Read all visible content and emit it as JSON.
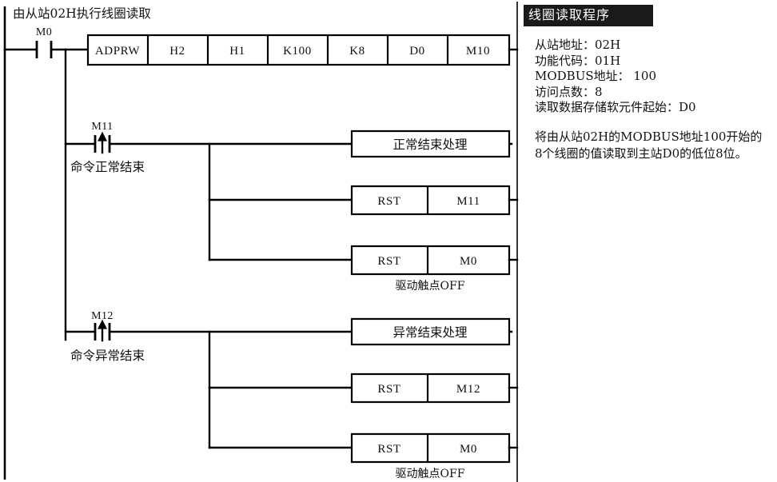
{
  "diagram": {
    "type": "plc-ladder-logic",
    "rung_comment": "由从站02H执行线圈读取",
    "rungs": [
      {
        "id": "rung-1",
        "contact": {
          "device": "M0",
          "kind": "normally-open"
        },
        "instruction": {
          "name": "ADPRW",
          "operands": [
            "H2",
            "H1",
            "K100",
            "K8",
            "D0",
            "M10"
          ]
        }
      },
      {
        "id": "rung-2",
        "contact": {
          "device": "M11",
          "kind": "rising-edge"
        },
        "contact_note": "命令正常结束",
        "outputs": [
          {
            "kind": "process-box",
            "text": "正常结束处理"
          },
          {
            "kind": "rst",
            "mnemonic": "RST",
            "operand": "M11"
          },
          {
            "kind": "rst",
            "mnemonic": "RST",
            "operand": "M0",
            "note": "驱动触点OFF"
          }
        ]
      },
      {
        "id": "rung-3",
        "contact": {
          "device": "M12",
          "kind": "rising-edge"
        },
        "contact_note": "命令异常结束",
        "outputs": [
          {
            "kind": "process-box",
            "text": "异常结束处理"
          },
          {
            "kind": "rst",
            "mnemonic": "RST",
            "operand": "M12"
          },
          {
            "kind": "rst",
            "mnemonic": "RST",
            "operand": "M0",
            "note": "驱动触点OFF"
          }
        ]
      }
    ]
  },
  "labels": {
    "rung_comment": "由从站02H执行线圈读取",
    "m0": "M0",
    "adprw": "ADPRW",
    "op1": "H2",
    "op2": "H1",
    "op3": "K100",
    "op4": "K8",
    "op5": "D0",
    "op6": "M10",
    "m11": "M11",
    "m11_note": "命令正常结束",
    "normal_end_box": "正常结束处理",
    "rst1": "RST",
    "rst1_op": "M11",
    "rst2": "RST",
    "rst2_op": "M0",
    "rst2_note": "驱动触点OFF",
    "m12": "M12",
    "m12_note": "命令异常结束",
    "abnormal_end_box": "异常结束处理",
    "rst3": "RST",
    "rst3_op": "M12",
    "rst4": "RST",
    "rst4_op": "M0",
    "rst4_note": "驱动触点OFF"
  },
  "panel": {
    "title": "线圈读取程序",
    "specs": [
      "从站地址：02H",
      "功能代码：01H",
      "MODBUS地址： 100",
      "访问点数：8",
      "读取数据存储软元件起始：D0"
    ],
    "description": "将由从站02H的MODBUS地址100开始的8个线圈的值读取到主站D0的低位8位。"
  },
  "colors": {
    "line": "#000000",
    "background": "#ffffff",
    "title_bar": "#1a1a1a",
    "title_text": "#ffffff"
  }
}
